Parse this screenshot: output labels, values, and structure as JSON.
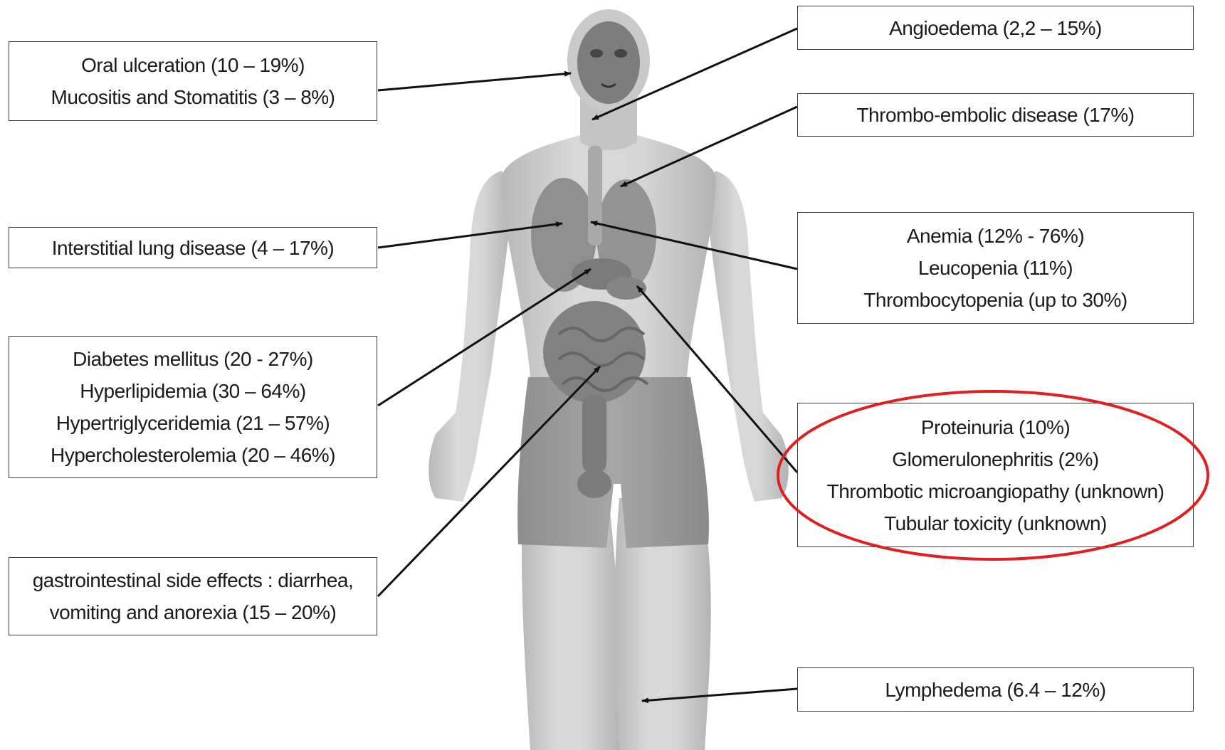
{
  "highlight_color": "#e02020",
  "boxes": {
    "oral": {
      "line1": "Oral ulceration (10 – 19%)",
      "line2": "Mucositis and Stomatitis (3 – 8%)"
    },
    "lung": {
      "line1": "Interstitial lung disease (4 – 17%)"
    },
    "metabolic": {
      "line1": "Diabetes mellitus (20 - 27%)",
      "line2": "Hyperlipidemia (30 – 64%)",
      "line3": "Hypertriglyceridemia (21 – 57%)",
      "line4": "Hypercholesterolemia (20 – 46%)"
    },
    "gi": {
      "line1": "gastrointestinal side effects : diarrhea,",
      "line2": "vomiting and anorexia (15 – 20%)"
    },
    "angio": {
      "line1": "Angioedema (2,2 – 15%)"
    },
    "thrombo": {
      "line1": "Thrombo-embolic disease (17%)"
    },
    "blood": {
      "line1": "Anemia (12% - 76%)",
      "line2": "Leucopenia (11%)",
      "line3": "Thrombocytopenia (up to 30%)"
    },
    "renal": {
      "line1": "Proteinuria (10%)",
      "line2": "Glomerulonephritis (2%)",
      "line3": "Thrombotic microangiopathy (unknown)",
      "line4": "Tubular toxicity (unknown)"
    },
    "lymph": {
      "line1": "Lymphedema (6.4 – 12%)"
    }
  }
}
